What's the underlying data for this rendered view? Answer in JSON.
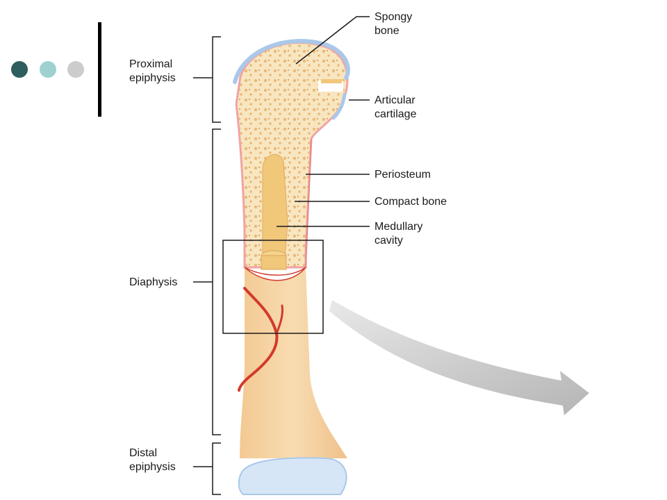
{
  "labels": {
    "proximal_1": "Proximal",
    "proximal_2": "epiphysis",
    "diaphysis": "Diaphysis",
    "distal_1": "Distal",
    "distal_2": "epiphysis",
    "spongy_1": "Spongy",
    "spongy_2": "bone",
    "articular_1": "Articular",
    "articular_2": "cartilage",
    "periosteum": "Periosteum",
    "compact": "Compact bone",
    "medullary_1": "Medullary",
    "medullary_2": "cavity"
  },
  "colors": {
    "dot_1": "#2e5e5e",
    "dot_2": "#9fd1d1",
    "dot_3": "#cccccc",
    "bone": "#f6d8a8",
    "spongy": "#f8e6c0",
    "cartilage": "#cfe1f2",
    "periosteum": "#e58a8a",
    "marrow": "#f1c77a",
    "vessel": "#d23a2a",
    "arrow": "#bdbdbd"
  }
}
